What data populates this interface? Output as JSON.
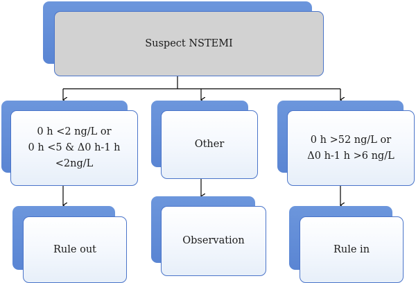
{
  "nodes": {
    "root": {
      "lines": [
        "Suspect NSTEMI"
      ]
    },
    "left": {
      "lines": [
        "0 h <2 ng/L or",
        "0 h <5 & Δ0 h-1 h <2ng/L"
      ]
    },
    "middle": {
      "lines": [
        "Other"
      ]
    },
    "right": {
      "lines": [
        "0 h >52 ng/L or",
        "Δ0 h-1 h >6 ng/L"
      ]
    },
    "left_result": {
      "lines": [
        "Rule out"
      ]
    },
    "middle_result": {
      "lines": [
        "Observation"
      ]
    },
    "right_result": {
      "lines": [
        "Rule in"
      ]
    }
  },
  "colors": {
    "shadow": "#5a85d3",
    "border": "#4a74c9",
    "root_fill": "#d2d2d2",
    "connector": "#000000"
  }
}
